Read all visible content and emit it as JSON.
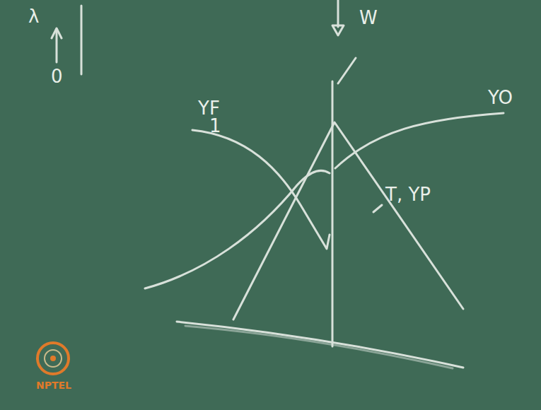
{
  "diagram": {
    "labels": [
      "λ",
      "0",
      "W",
      "YF",
      "1",
      "YO",
      "T, YP",
      "NPTEL"
    ]
  }
}
